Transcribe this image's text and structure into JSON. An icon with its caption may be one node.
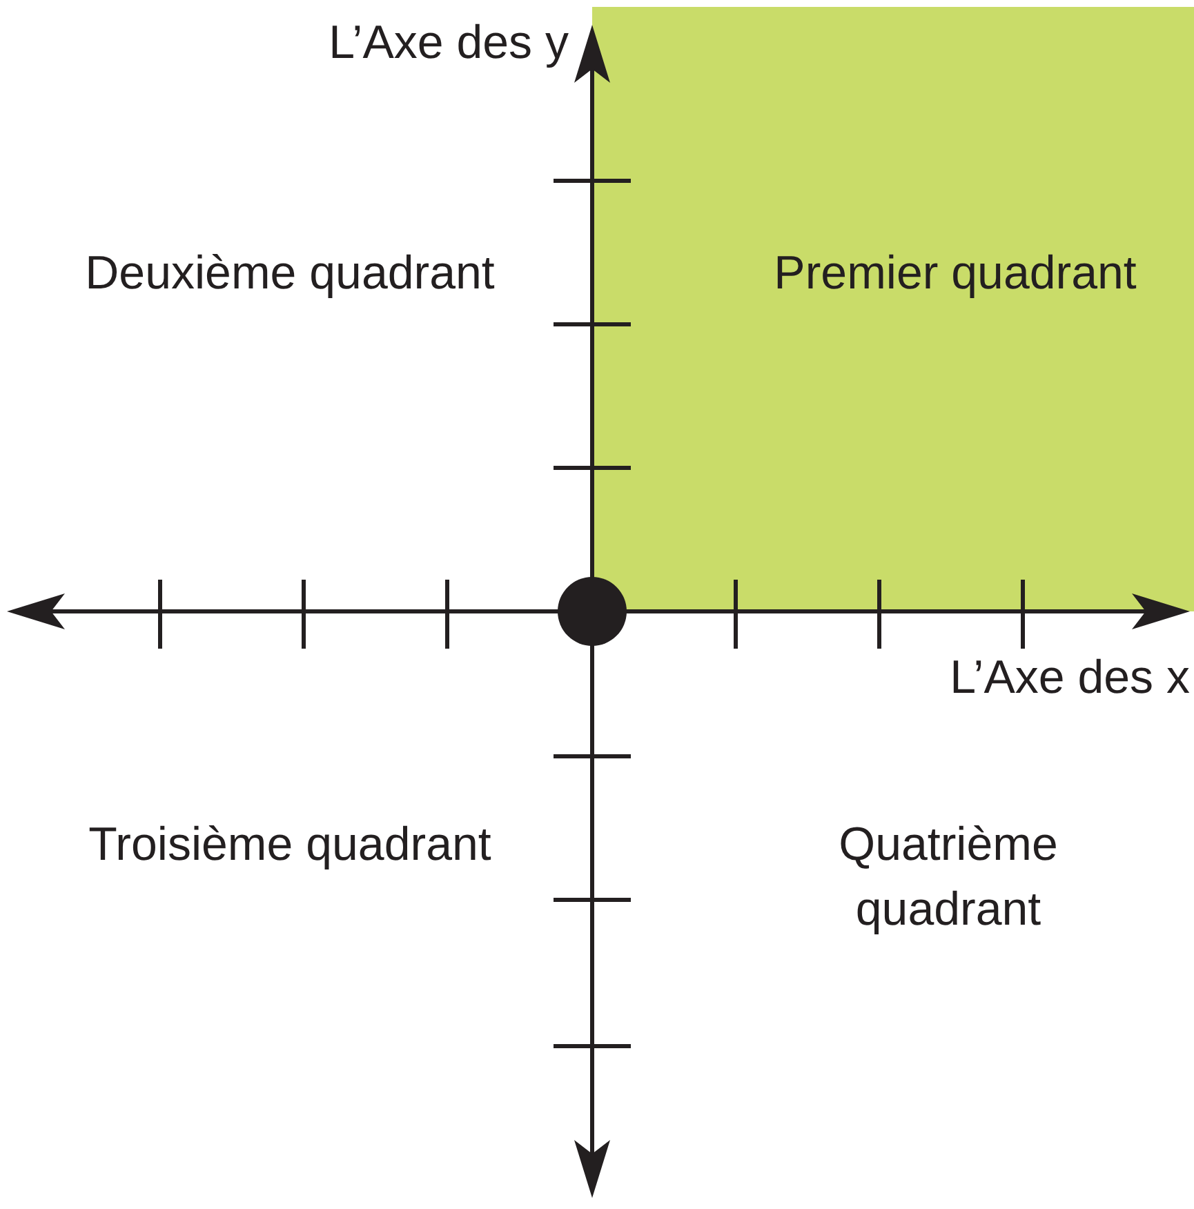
{
  "diagram": {
    "nodes": [
      {
        "text": [
          "Premier quadrant"
        ]
      }
    ],
    "labels": [
      "L’Axe des y",
      "Deuxième quadrant",
      "L’Axe des x",
      "Troisième quadrant",
      "Quatrième quadrant"
    ]
  }
}
